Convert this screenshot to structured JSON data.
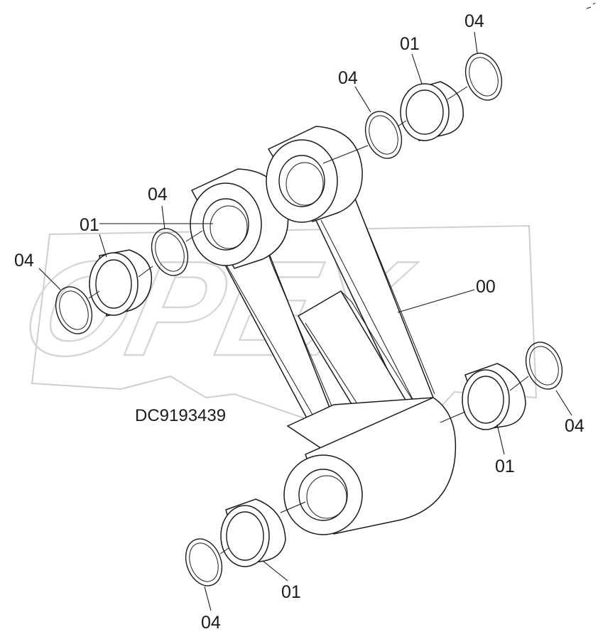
{
  "diagram": {
    "part_number": "DC9193439",
    "watermark_text": "OPEX",
    "callouts": {
      "c1": "04",
      "c2": "01",
      "c3": "04",
      "c4": "04",
      "c5": "01",
      "c6": "04",
      "c7": "00",
      "c8": "04",
      "c9": "01",
      "c10": "01",
      "c11": "04"
    },
    "colors": {
      "line": "#1a1a1a",
      "watermark": "#d6d6d6",
      "background": "#ffffff"
    }
  }
}
